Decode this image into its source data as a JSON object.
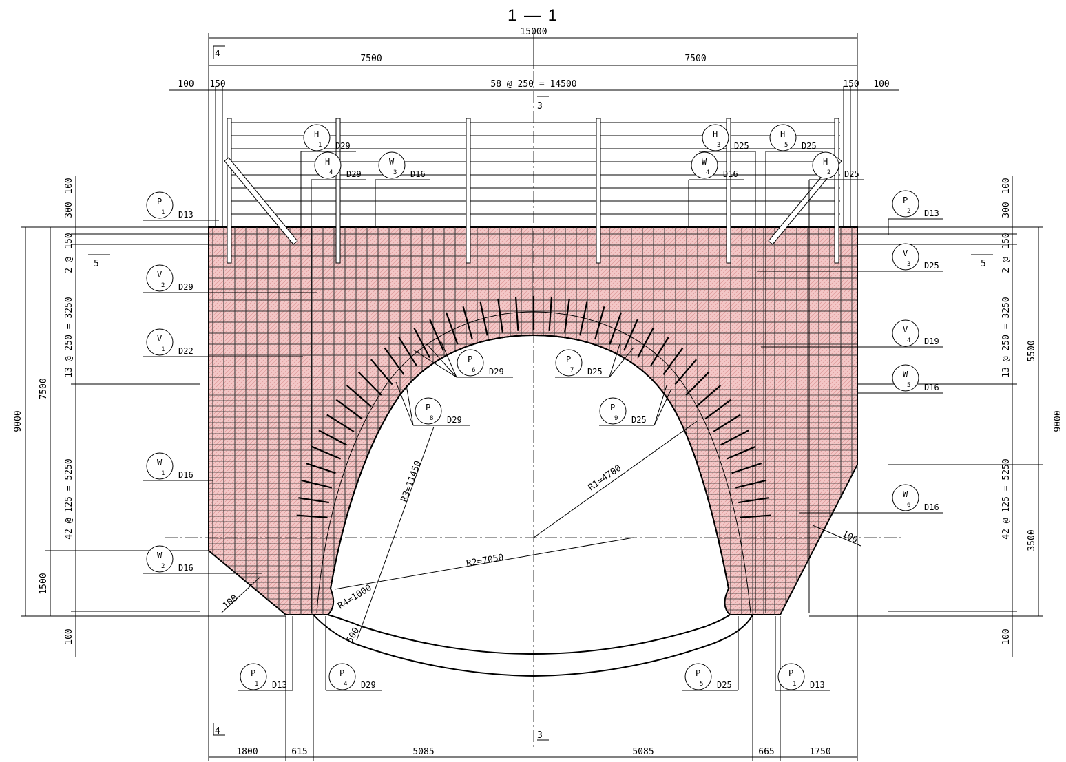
{
  "title": "1 — 1",
  "section_marks": {
    "s4_top": "4",
    "s4_bottom": "4",
    "s3_top": "3",
    "s3_bottom": "3",
    "s5_left": "5",
    "s5_right": "5"
  },
  "top_dims": {
    "overall": "15000",
    "half_left": "7500",
    "half_right": "7500",
    "edge_left_100": "100",
    "edge_left_150": "150",
    "spacing": "58 @ 250 = 14500",
    "edge_right_150": "150",
    "edge_right_100": "100"
  },
  "left_dims": {
    "total": "9000",
    "upper": "7500",
    "lower": "1500",
    "d300": "300",
    "d100a": "100",
    "d150": "150",
    "d2at": "2 @",
    "d13at": "13 @ 250 = 3250",
    "d42at": "42 @ 125 = 5250",
    "d100b": "100"
  },
  "right_dims": {
    "total": "9000",
    "upper": "5500",
    "lower": "3500",
    "d300": "300",
    "d100a": "100",
    "d150": "150",
    "d2at": "2 @",
    "d13at": "13 @ 250 = 3250",
    "d42at": "42 @ 125 = 5250",
    "d100b": "100"
  },
  "bottom_dims": {
    "a": "1800",
    "b": "615",
    "c": "5085",
    "d": "5085",
    "e": "665",
    "f": "1750"
  },
  "radii": {
    "r1": "R1=4700",
    "r2": "R2=7050",
    "r3": "R3=11450",
    "r4": "R4=1000",
    "t500": "500",
    "t100a": "100",
    "t100b": "100"
  },
  "bars": {
    "H1": {
      "letter": "H",
      "sub": "1",
      "dia": "D29"
    },
    "H4": {
      "letter": "H",
      "sub": "4",
      "dia": "D29"
    },
    "W3": {
      "letter": "W",
      "sub": "3",
      "dia": "D16"
    },
    "H3": {
      "letter": "H",
      "sub": "3",
      "dia": "D25"
    },
    "H5": {
      "letter": "H",
      "sub": "5",
      "dia": "D25"
    },
    "W4": {
      "letter": "W",
      "sub": "4",
      "dia": "D16"
    },
    "H2": {
      "letter": "H",
      "sub": "2",
      "dia": "D25"
    },
    "P1a": {
      "letter": "P",
      "sub": "1",
      "dia": "D13"
    },
    "P2": {
      "letter": "P",
      "sub": "2",
      "dia": "D13"
    },
    "V2": {
      "letter": "V",
      "sub": "2",
      "dia": "D29"
    },
    "V3": {
      "letter": "V",
      "sub": "3",
      "dia": "D25"
    },
    "V1": {
      "letter": "V",
      "sub": "1",
      "dia": "D22"
    },
    "V4": {
      "letter": "V",
      "sub": "4",
      "dia": "D19"
    },
    "P6": {
      "letter": "P",
      "sub": "6",
      "dia": "D29"
    },
    "P7": {
      "letter": "P",
      "sub": "7",
      "dia": "D25"
    },
    "W5": {
      "letter": "W",
      "sub": "5",
      "dia": "D16"
    },
    "P8": {
      "letter": "P",
      "sub": "8",
      "dia": "D29"
    },
    "P9": {
      "letter": "P",
      "sub": "9",
      "dia": "D25"
    },
    "W1": {
      "letter": "W",
      "sub": "1",
      "dia": "D16"
    },
    "W6": {
      "letter": "W",
      "sub": "6",
      "dia": "D16"
    },
    "W2": {
      "letter": "W",
      "sub": "2",
      "dia": "D16"
    },
    "P1b": {
      "letter": "P",
      "sub": "1",
      "dia": "D13"
    },
    "P4": {
      "letter": "P",
      "sub": "4",
      "dia": "D29"
    },
    "P5": {
      "letter": "P",
      "sub": "5",
      "dia": "D25"
    },
    "P1c": {
      "letter": "P",
      "sub": "1",
      "dia": "D13"
    }
  }
}
